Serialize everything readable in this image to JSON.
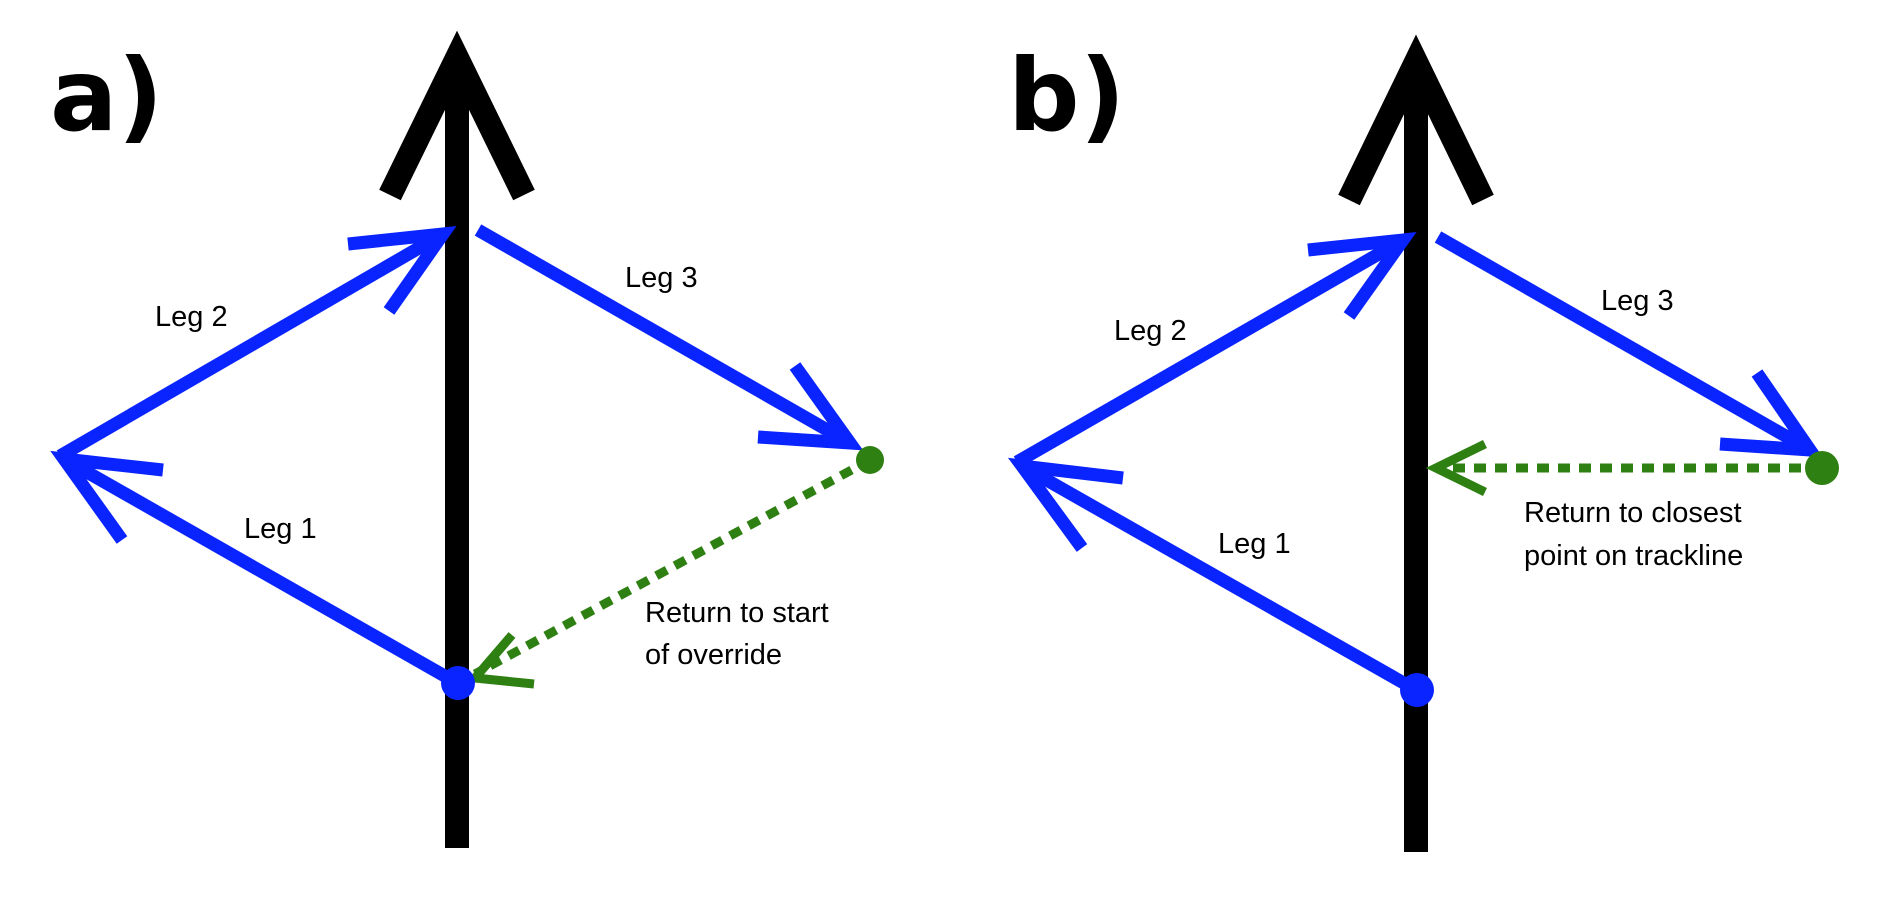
{
  "colors": {
    "trackline": "#000000",
    "legs": "#0a24ff",
    "return_path": "#2e8012",
    "background": "#ffffff"
  },
  "panels": [
    {
      "label": "a)",
      "legs": [
        "Leg 1",
        "Leg 2",
        "Leg 3"
      ],
      "note_lines": [
        "Return to start",
        "of override"
      ]
    },
    {
      "label": "b)",
      "legs": [
        "Leg 1",
        "Leg 2",
        "Leg 3"
      ],
      "note_lines": [
        "Return to closest",
        "point on trackline"
      ]
    }
  ]
}
